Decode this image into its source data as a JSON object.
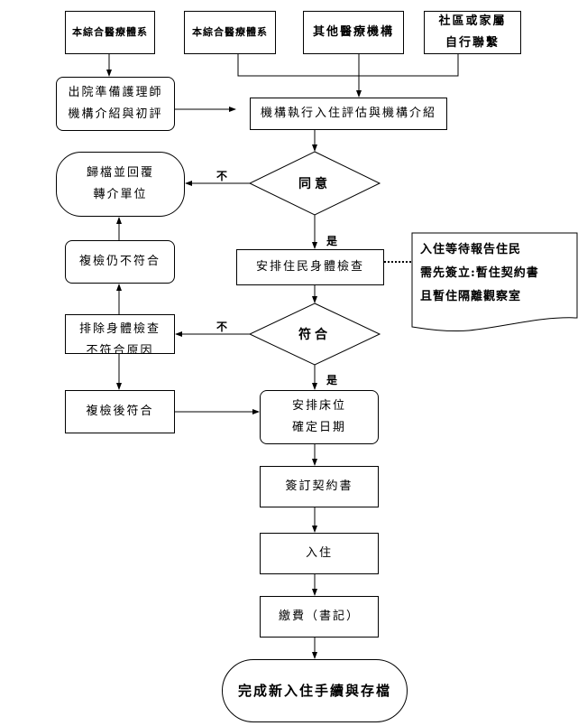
{
  "sources": [
    {
      "lines": [
        "本綜合醫療體系"
      ]
    },
    {
      "lines": [
        "本綜合醫療體系"
      ]
    },
    {
      "lines": [
        "其他醫療機構"
      ]
    },
    {
      "lines": [
        "社區或家屬",
        "自行聯繫"
      ]
    }
  ],
  "discharge_nurse": [
    "出院準備護理師",
    "機構介紹與初評"
  ],
  "assessment": "機構執行入住評估與機構介紹",
  "decision_agree": "同意",
  "decision_match": "符合",
  "no_label": "不",
  "yes_label": "是",
  "archive": [
    "歸檔並回覆",
    "轉介單位"
  ],
  "recheck_fail": "複檢仍不符合",
  "exclude": [
    "排除身體檢查",
    "不符合原因"
  ],
  "recheck_pass": "複檢後符合",
  "physical_exam": "安排住民身體檢查",
  "note": [
    "入住等待報告住民",
    "需先簽立:暫住契約書",
    "且暫住隔離觀察室"
  ],
  "arrange_bed": [
    "安排床位",
    "確定日期"
  ],
  "sign_contract": "簽訂契約書",
  "move_in": "入住",
  "payment": "繳費（書記）",
  "complete": "完成新入住手續與存檔"
}
